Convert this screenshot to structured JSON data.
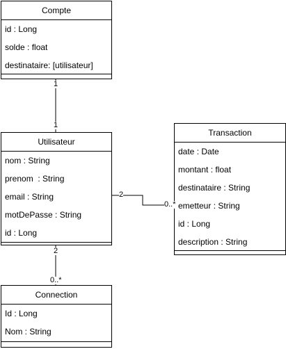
{
  "classes": {
    "compte": {
      "name": "Compte",
      "attributes": [
        "id : Long",
        "solde : float",
        "destinataire: [utilisateur]"
      ]
    },
    "utilisateur": {
      "name": "Utilisateur",
      "attributes": [
        "nom : String",
        "prenom  : String",
        "email : String",
        "motDePasse : String",
        "id : Long"
      ]
    },
    "transaction": {
      "name": "Transaction",
      "attributes": [
        "date : Date",
        "montant : float",
        "destinataire : String",
        "emetteur : String",
        "id : Long",
        "description : String"
      ]
    },
    "connection": {
      "name": "Connection",
      "attributes": [
        "Id : Long",
        "Nom : String"
      ]
    }
  },
  "associations": {
    "compte_utilisateur": {
      "top_multiplicity": "1",
      "bottom_multiplicity": "1"
    },
    "utilisateur_transaction": {
      "left_multiplicity": "2",
      "right_multiplicity": "0..*"
    },
    "utilisateur_connection": {
      "top_multiplicity": "2",
      "bottom_multiplicity": "0..*"
    }
  }
}
